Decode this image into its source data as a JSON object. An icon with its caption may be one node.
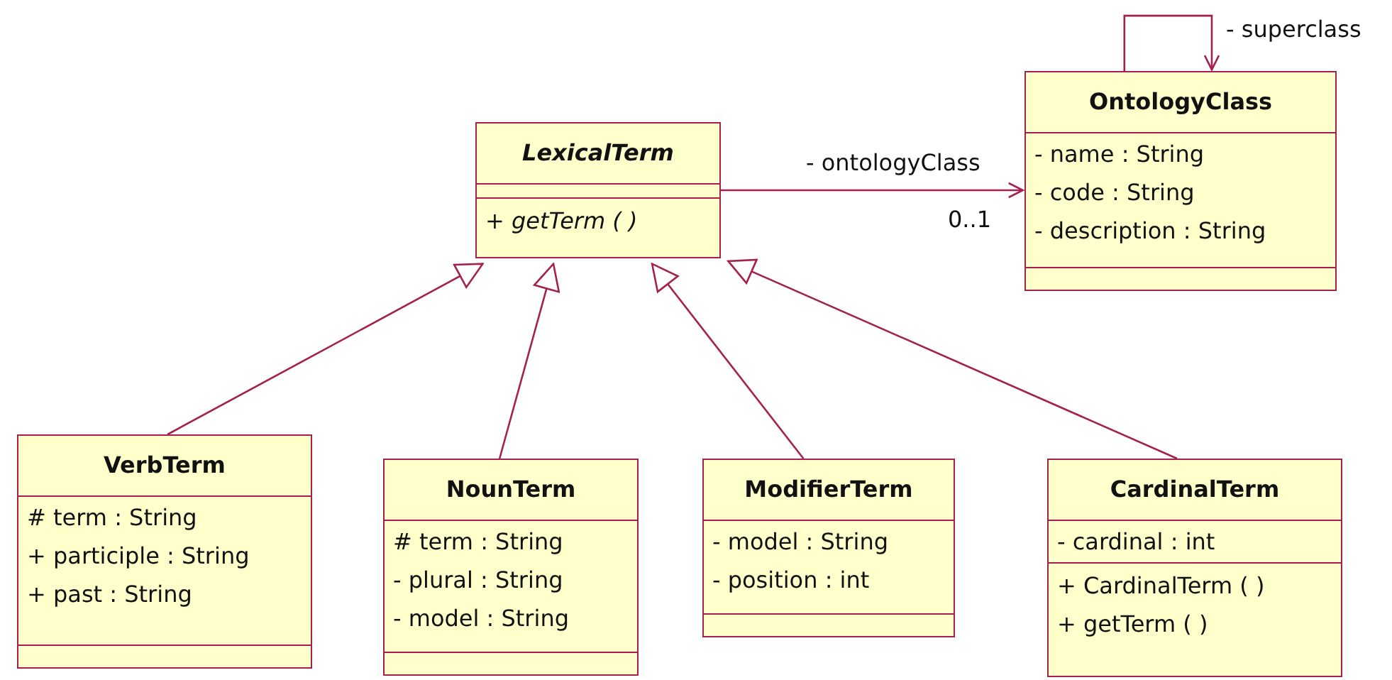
{
  "diagram": {
    "nodes": [
      {
        "text": [
          "LexicalTerm",
          "+ getTerm ( )"
        ]
      },
      {
        "text": [
          "OntologyClass",
          "- name : String",
          "- code : String",
          "- description : String"
        ]
      },
      {
        "text": [
          "VerbTerm",
          "# term : String",
          "+ participle : String",
          "+ past : String"
        ]
      },
      {
        "text": [
          "NounTerm",
          "# term : String",
          "- plural : String",
          "- model : String"
        ]
      },
      {
        "text": [
          "ModifierTerm",
          "- model : String",
          "- position : int"
        ]
      },
      {
        "text": [
          "CardinalTerm",
          "- cardinal : int",
          "+ CardinalTerm ( )",
          "+ getTerm ( )"
        ]
      }
    ],
    "edges": [
      {
        "from": 0,
        "to": 1,
        "arrow": "to",
        "label": "- ontologyClass"
      },
      {
        "from": 1,
        "to": 1,
        "arrow": "to",
        "label": "- superclass"
      },
      {
        "from": 2,
        "to": 0,
        "arrow": "to"
      },
      {
        "from": 3,
        "to": 0,
        "arrow": "to"
      },
      {
        "from": 4,
        "to": 0,
        "arrow": "to"
      },
      {
        "from": 5,
        "to": 0,
        "arrow": "to"
      }
    ],
    "labels": [
      "0..1"
    ]
  }
}
